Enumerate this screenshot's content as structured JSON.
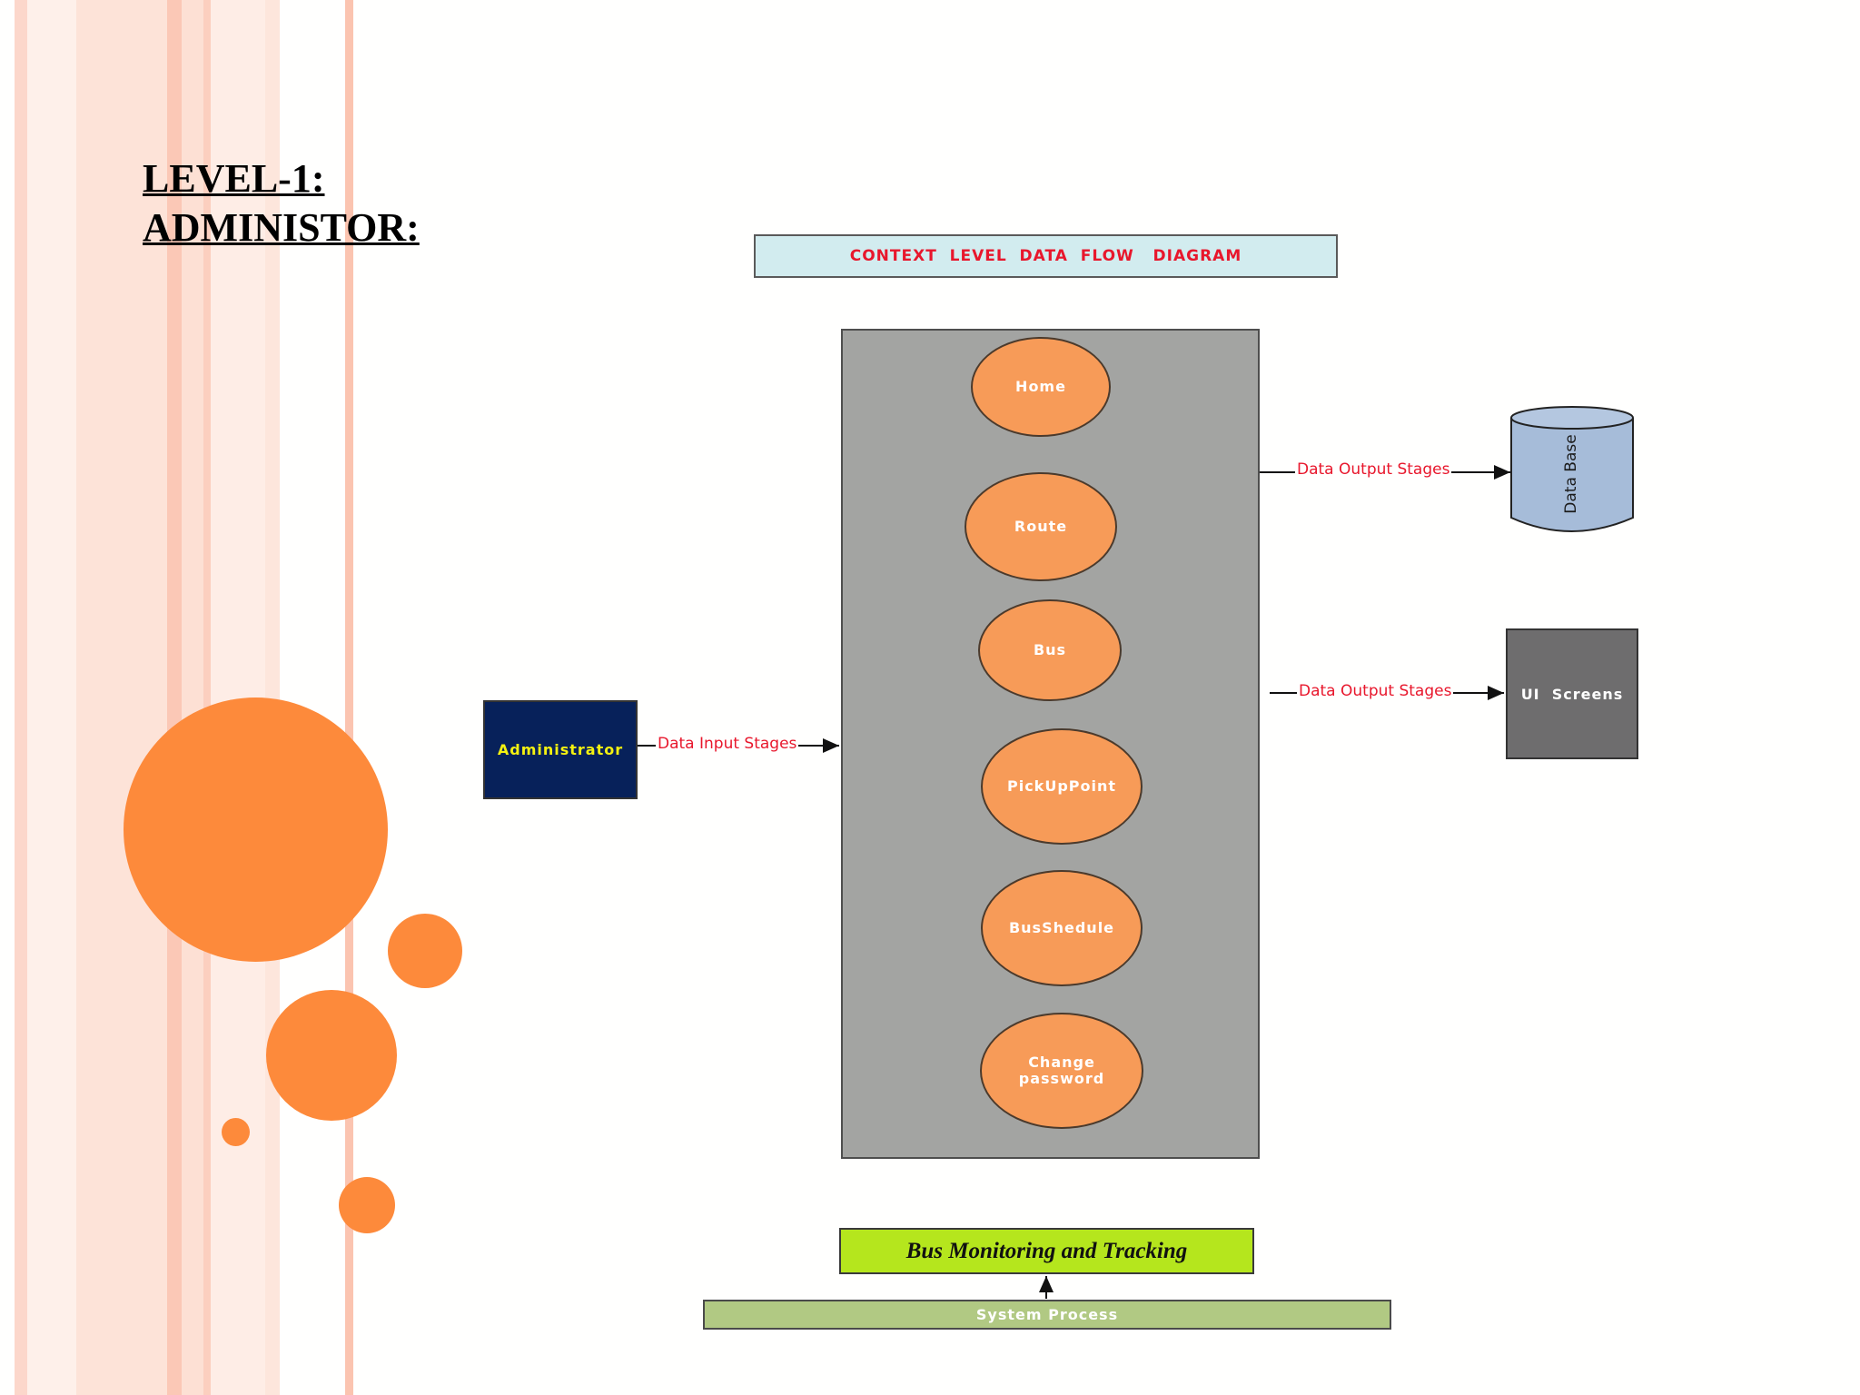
{
  "heading": {
    "line1": "LEVEL-1:",
    "line2": "ADMINISTOR:"
  },
  "diagram": {
    "title": "CONTEXT  LEVEL  DATA  FLOW   DIAGRAM",
    "processes": [
      "Home",
      "Route",
      "Bus",
      "PickUpPoint",
      "BusShedule",
      "Change password"
    ],
    "external_entity": "Administrator",
    "input_flow_label": "Data Input Stages",
    "output_flow_label_db": "Data Output Stages",
    "output_flow_label_ui": "Data Output Stages",
    "data_store": "Data Base",
    "ui_output": "UI  Screens",
    "system_name": "Bus Monitoring and Tracking",
    "system_process": "System Process"
  },
  "colors": {
    "accent_orange": "#fd8a3b",
    "process_fill": "#f79b58",
    "label_red": "#e8172c",
    "system_green": "#b5e61d"
  }
}
